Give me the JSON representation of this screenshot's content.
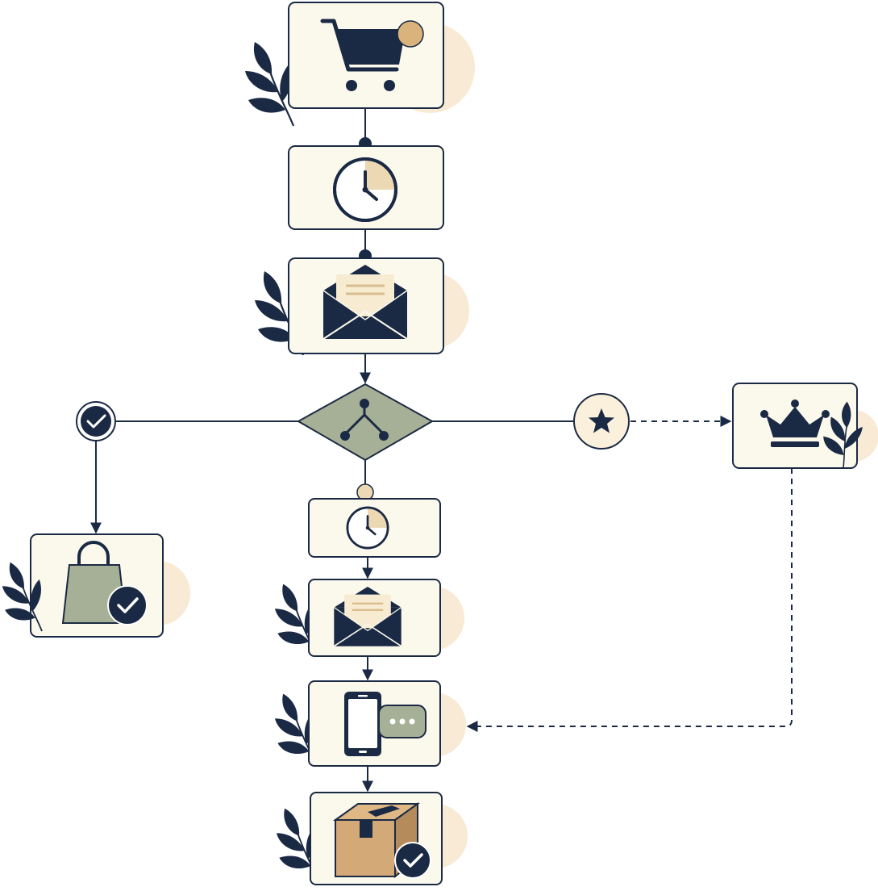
{
  "colors": {
    "navy": "#1b2a44",
    "card_fill": "#fbf8ec",
    "blob": "#f8ead4",
    "sage": "#a6b096",
    "tan": "#d9bd8e",
    "kraft": "#d3a978",
    "white": "#ffffff"
  },
  "nodes": [
    {
      "id": "cart",
      "icon": "shopping-cart-icon"
    },
    {
      "id": "wait-1",
      "icon": "clock-icon"
    },
    {
      "id": "email-1",
      "icon": "envelope-icon"
    },
    {
      "id": "split",
      "icon": "branch-icon"
    },
    {
      "id": "purchased",
      "icon": "check-circle-icon"
    },
    {
      "id": "bag",
      "icon": "shopping-bag-check-icon"
    },
    {
      "id": "vip",
      "icon": "star-circle-icon"
    },
    {
      "id": "crown",
      "icon": "crown-icon"
    },
    {
      "id": "wait-2",
      "icon": "clock-icon"
    },
    {
      "id": "email-2",
      "icon": "envelope-icon"
    },
    {
      "id": "sms",
      "icon": "phone-chat-icon"
    },
    {
      "id": "box",
      "icon": "package-check-icon"
    }
  ],
  "edges": [
    {
      "from": "cart",
      "to": "wait-1",
      "style": "solid"
    },
    {
      "from": "wait-1",
      "to": "email-1",
      "style": "solid"
    },
    {
      "from": "email-1",
      "to": "split",
      "style": "solid"
    },
    {
      "from": "split",
      "to": "purchased",
      "style": "solid"
    },
    {
      "from": "purchased",
      "to": "bag",
      "style": "solid"
    },
    {
      "from": "split",
      "to": "vip",
      "style": "solid"
    },
    {
      "from": "vip",
      "to": "crown",
      "style": "dashed"
    },
    {
      "from": "split",
      "to": "wait-2",
      "style": "solid"
    },
    {
      "from": "wait-2",
      "to": "email-2",
      "style": "solid"
    },
    {
      "from": "email-2",
      "to": "sms",
      "style": "solid"
    },
    {
      "from": "crown",
      "to": "sms",
      "style": "dashed"
    },
    {
      "from": "sms",
      "to": "box",
      "style": "solid"
    }
  ]
}
